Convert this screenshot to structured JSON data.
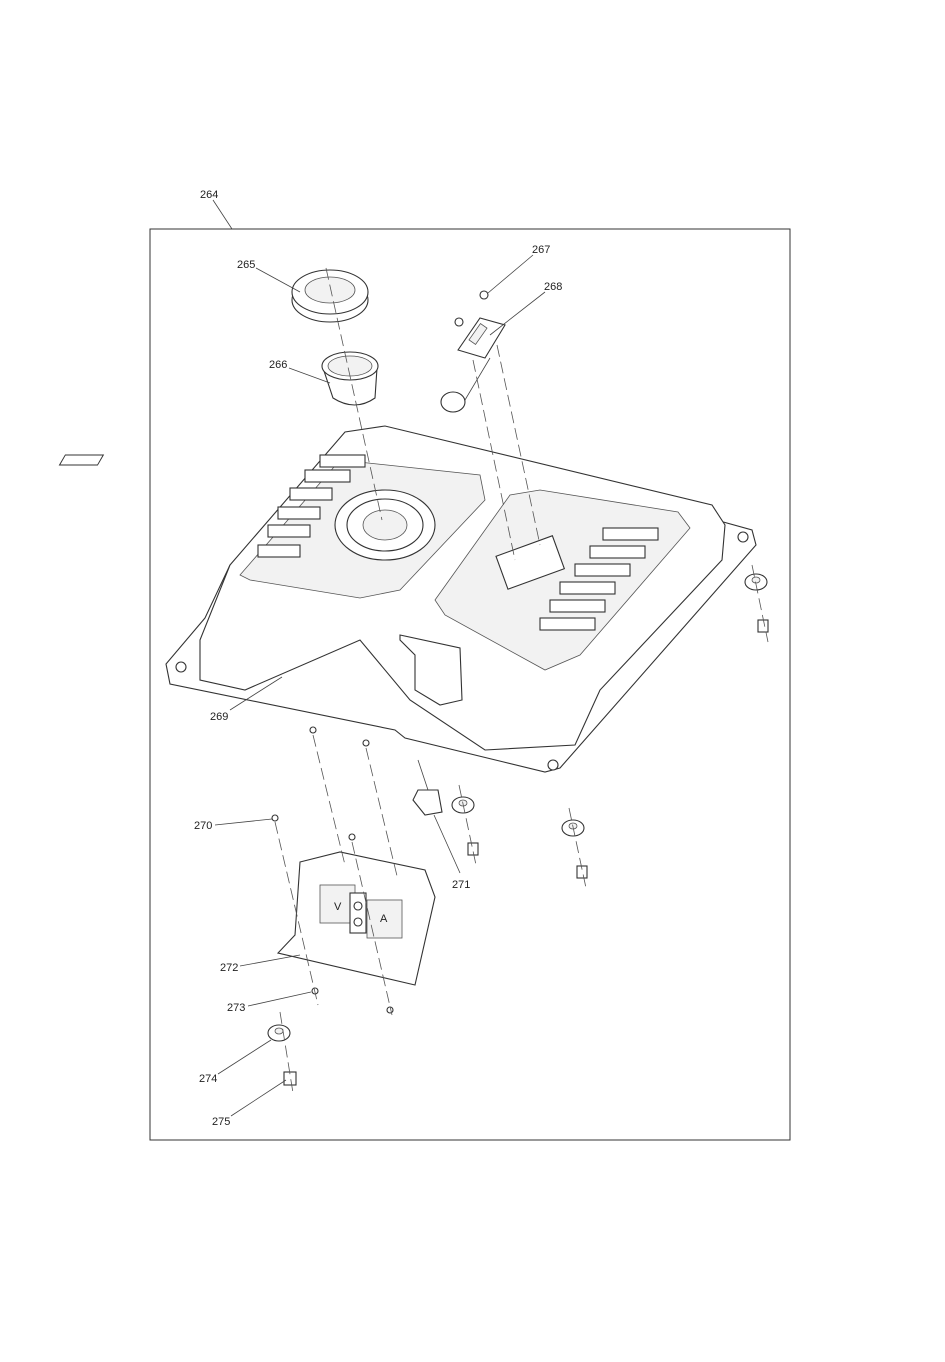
{
  "diagram": {
    "callouts": [
      "264",
      "265",
      "266",
      "267",
      "268",
      "269",
      "270",
      "271",
      "272",
      "273",
      "274",
      "275"
    ],
    "meter_labels": {
      "voltmeter": "V",
      "ammeter": "A"
    }
  }
}
